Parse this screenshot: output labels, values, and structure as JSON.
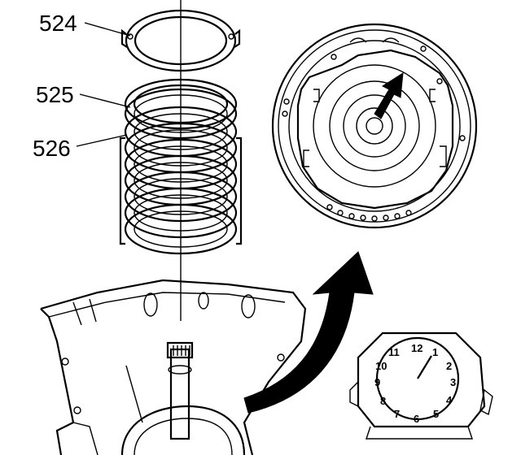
{
  "callouts": {
    "c524": "524",
    "c525": "525",
    "c526": "526"
  },
  "clock": {
    "n12": "12",
    "n1": "1",
    "n2": "2",
    "n3": "3",
    "n4": "4",
    "n5": "5",
    "n6": "6",
    "n7": "7",
    "n8": "8",
    "n9": "9",
    "n10": "10",
    "n11": "11"
  }
}
